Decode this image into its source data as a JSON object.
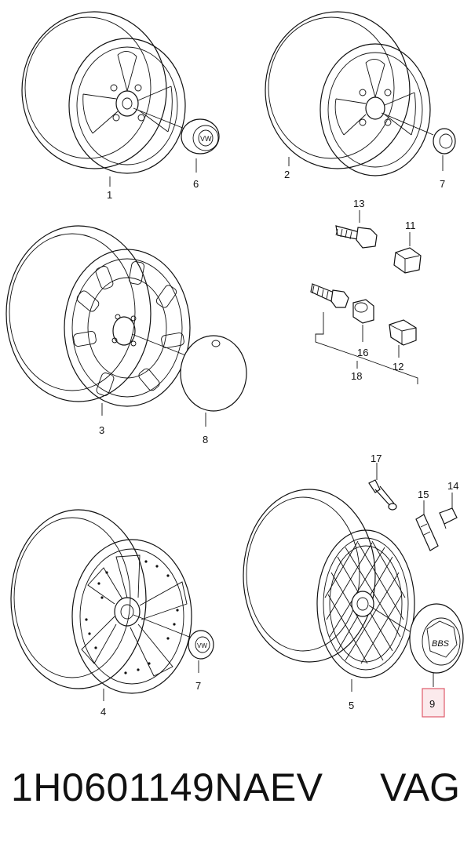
{
  "callouts": {
    "n1": "1",
    "n2": "2",
    "n3": "3",
    "n4": "4",
    "n5": "5",
    "n6": "6",
    "n7a": "7",
    "n7b": "7",
    "n8": "8",
    "n9": "9",
    "n11": "11",
    "n12": "12",
    "n13": "13",
    "n14": "14",
    "n15": "15",
    "n16": "16",
    "n17": "17",
    "n18": "18"
  },
  "logo_text": "BBS",
  "footer": {
    "part_number": "1H0601149NAEV",
    "brand": "VAG"
  },
  "highlight_color": "#e05a6a"
}
